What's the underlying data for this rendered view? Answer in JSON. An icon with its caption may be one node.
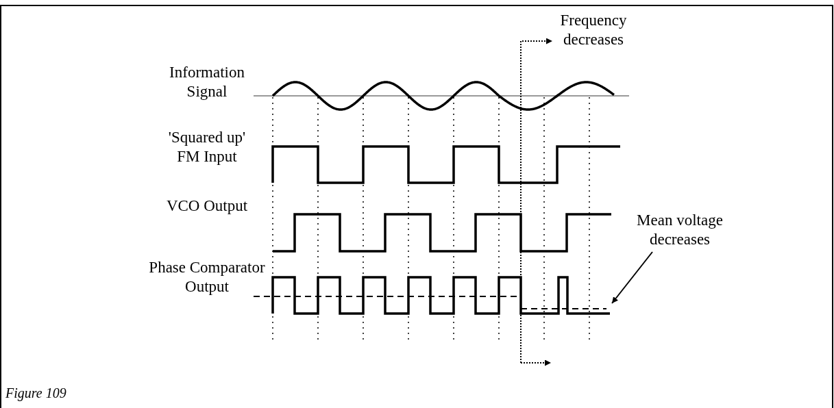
{
  "diagram": {
    "caption": "Figure 109",
    "nodes": [
      {
        "text": [
          "Frequency decreases"
        ]
      },
      {
        "text": [
          "Mean voltage decreases"
        ]
      },
      {
        "text": [],
        "shape": "line"
      }
    ],
    "edges": [
      {
        "from": null,
        "to": 0,
        "arrow": "to",
        "style": "dashed"
      },
      {
        "from": 1,
        "to": 2,
        "arrow": "to"
      }
    ],
    "labels": [
      "Information Signal",
      "'Squared up' FM Input",
      "VCO Output",
      "Phase Comparator Output"
    ]
  }
}
